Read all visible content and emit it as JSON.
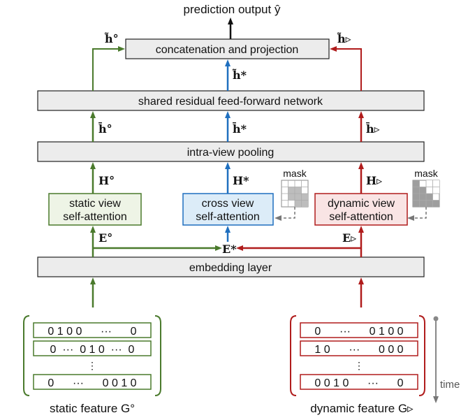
{
  "output_label": "prediction output ŷ",
  "concat_label": "concatenation and projection",
  "ffn_label": "shared residual feed-forward network",
  "pool_label": "intra-view pooling",
  "embed_label": "embedding layer",
  "static_attn": [
    "static view",
    "self-attention"
  ],
  "cross_attn": [
    "cross view",
    "self-attention"
  ],
  "dynamic_attn": [
    "dynamic view",
    "self-attention"
  ],
  "mask_label": "mask",
  "labels": {
    "h_static_top": "h̃°",
    "h_star_top": "h̃*",
    "h_dyn_top": "h̃▹",
    "h_static_mid": "h̄°",
    "h_star_mid": "h̄*",
    "h_dyn_mid": "h̄▹",
    "H_static": "H°",
    "H_star": "H*",
    "H_dyn": "H▹",
    "E_static": "E°",
    "E_star": "E*",
    "E_dyn": "E▹"
  },
  "static_rows": [
    "0 1 0 0      ···      0",
    "0  ···  0 1 0  ···  0",
    "0      ···      0 0 1 0"
  ],
  "dynamic_rows": [
    "0      ···      0 1 0 0",
    "1 0      ···      0 0 0",
    "0 0 1 0      ···      0"
  ],
  "vdots": "⋮",
  "static_caption": "static feature G°",
  "dynamic_caption": "dynamic feature G▹",
  "time_label": "time",
  "colors": {
    "green": "#4a7a2c",
    "blue": "#1f6fbf",
    "red": "#b01c1c",
    "box_fill": "#ececec",
    "green_fill": "#eef4e6",
    "blue_fill": "#dcecf8",
    "red_fill": "#f9e4e4"
  }
}
